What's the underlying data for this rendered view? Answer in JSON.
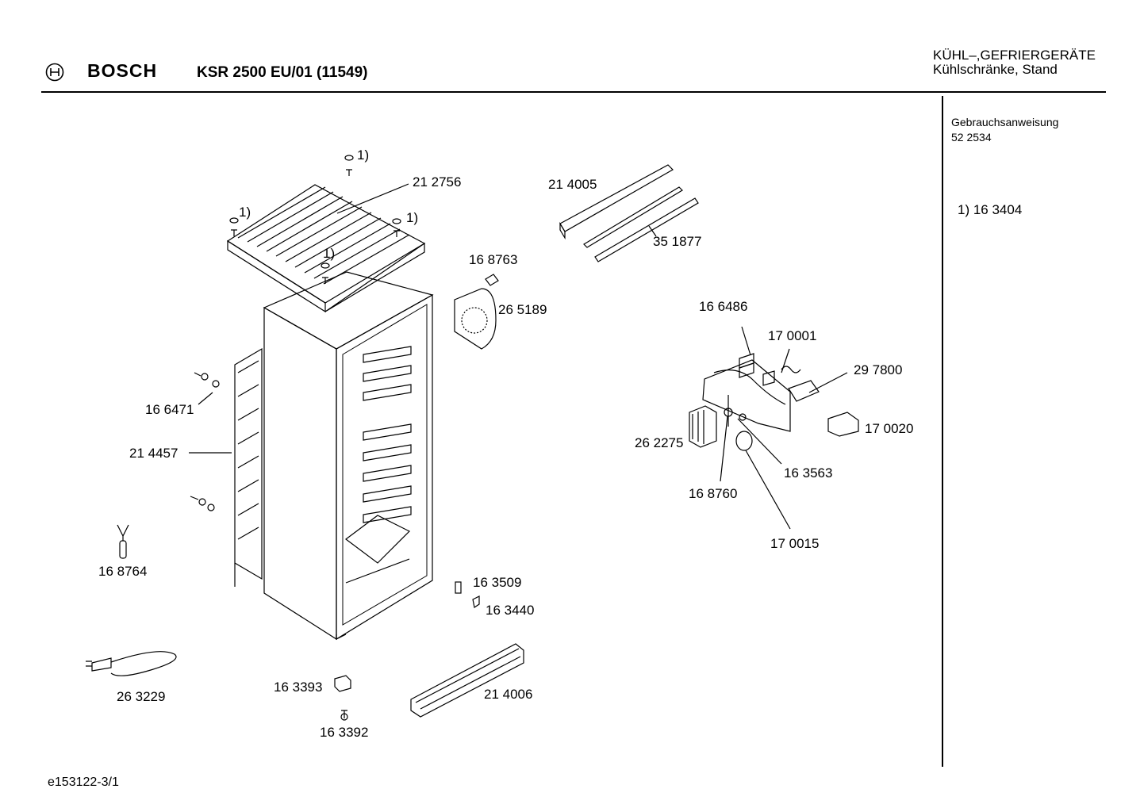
{
  "header": {
    "brand": "BOSCH",
    "model": "KSR 2500 EU/01 (11549)",
    "category_line1": "KÜHL–,GEFRIERGERÄTE",
    "category_line2": "Kühlschränke, Stand"
  },
  "sidebar": {
    "manual_label": "Gebrauchsanweisung",
    "manual_number": "52 2534",
    "footnote": "1) 16 3404"
  },
  "footer": {
    "drawing_id": "e153122-3/1"
  },
  "parts": {
    "p212756": "21 2756",
    "fn_a": "1)",
    "fn_b": "1)",
    "fn_c": "1)",
    "fn_d": "1)",
    "p214005": "21 4005",
    "p351877": "35 1877",
    "p168763": "16 8763",
    "p265189": "26 5189",
    "p166486": "16 6486",
    "p170001": "17 0001",
    "p297800": "29 7800",
    "p170020": "17 0020",
    "p262275": "26 2275",
    "p163563": "16 3563",
    "p168760": "16 8760",
    "p170015": "17 0015",
    "p166471": "16 6471",
    "p214457": "21 4457",
    "p168764": "16 8764",
    "p163509": "16 3509",
    "p163440": "16 3440",
    "p263229": "26 3229",
    "p163393": "16 3393",
    "p214006": "21 4006",
    "p163392": "16 3392"
  }
}
